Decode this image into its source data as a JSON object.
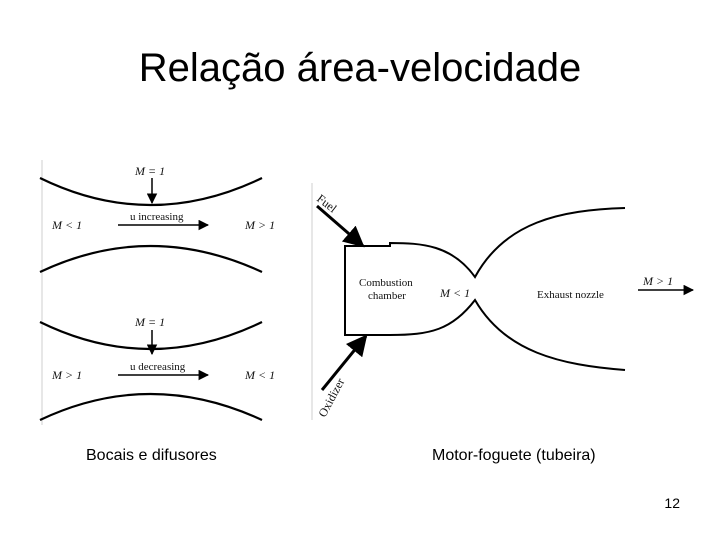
{
  "title": "Relação área-velocidade",
  "nozzle": {
    "throat_label": "M = 1",
    "flow_label": "u increasing",
    "inlet_label": "M < 1",
    "outlet_label": "M > 1"
  },
  "diffuser": {
    "throat_label": "M = 1",
    "flow_label": "u decreasing",
    "inlet_label": "M > 1",
    "outlet_label": "M < 1"
  },
  "rocket": {
    "fuel_label": "Fuel",
    "oxidizer_label": "Oxidizer",
    "chamber_label_line1": "Combustion",
    "chamber_label_line2": "chamber",
    "chamber_mach_label": "M < 1",
    "nozzle_label": "Exhaust nozzle",
    "exit_mach_label": "M > 1"
  },
  "captions": {
    "left": "Bocais e difusores",
    "right": "Motor-foguete (tubeira)"
  },
  "page_number": "12"
}
